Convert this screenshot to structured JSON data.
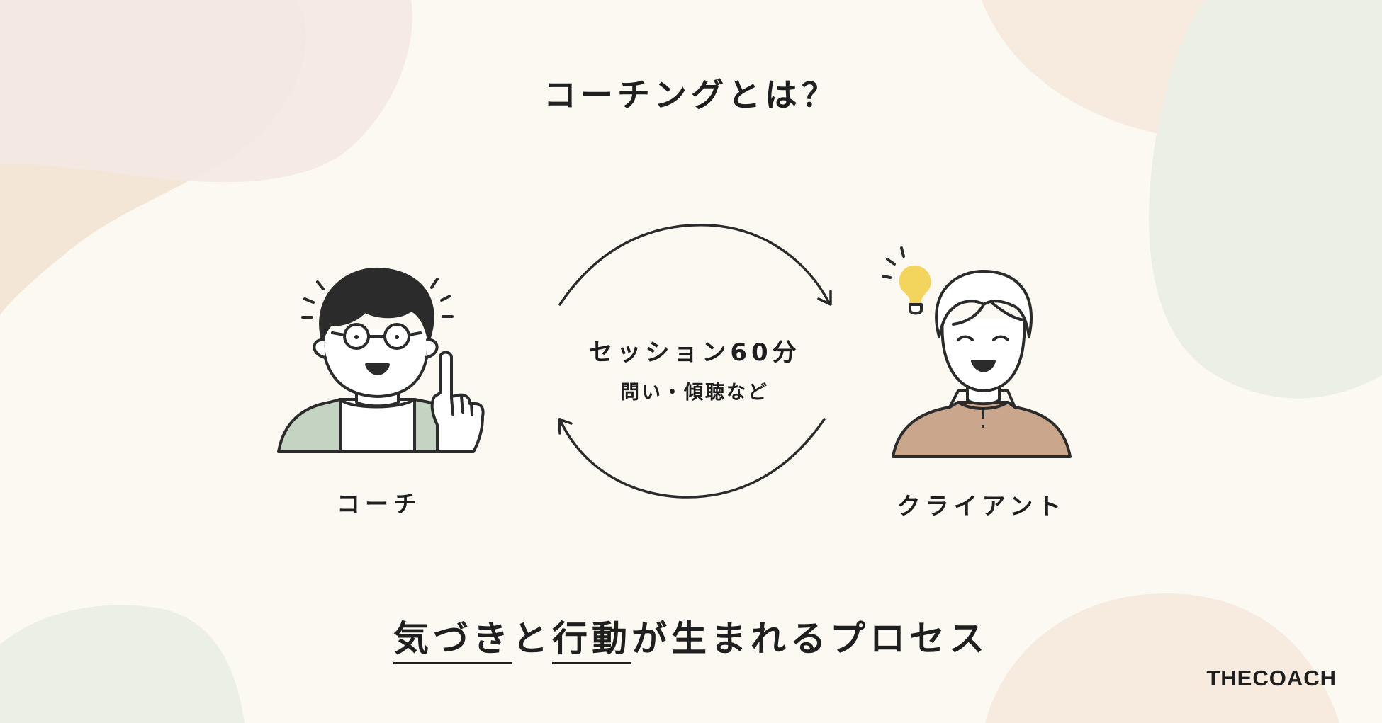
{
  "title": "コーチングとは？",
  "session": {
    "main": "セッション60分",
    "sub": "問い・傾聴など"
  },
  "coach": {
    "label": "コーチ"
  },
  "client": {
    "label": "クライアント"
  },
  "tagline": {
    "part1": "気づき",
    "part2": "と",
    "part3": "行動",
    "part4": "が生まれるプロセス"
  },
  "brand": {
    "name": "THECOACH"
  },
  "colors": {
    "background": "#fbf9f2",
    "blob_peach": "#f4e6d6",
    "blob_pink": "#f3e8e4",
    "blob_green": "#ecefe6",
    "coach_jacket": "#c5d4c2",
    "client_shirt": "#caa68d",
    "bulb": "#f3d45c",
    "ink": "#2b2b2b"
  }
}
